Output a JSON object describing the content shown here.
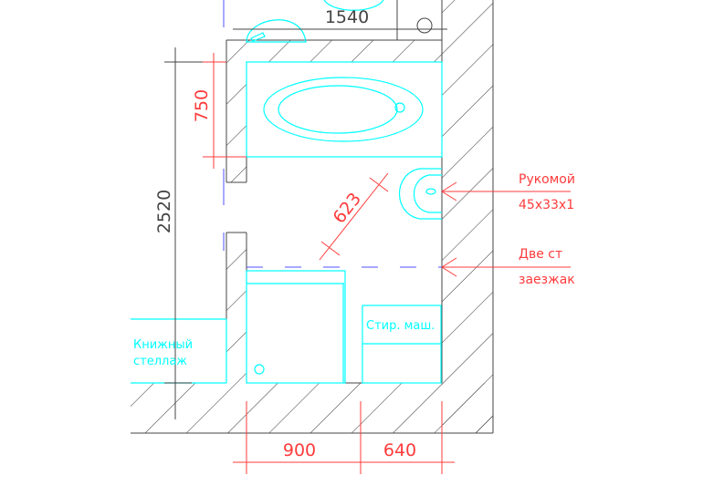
{
  "dimensions": {
    "top_width": "1540",
    "bath_length": "750",
    "room_length": "2520",
    "diagonal": "623",
    "bottom_left": "900",
    "bottom_right": "640"
  },
  "labels": {
    "sink_line1": "Рукомой",
    "sink_line2": "45x33x1",
    "door_line1": "Две ст",
    "door_line2": "заезжак",
    "washer": "Стир. маш.",
    "shelf_line1": "Книжный",
    "shelf_line2": "стеллаж"
  },
  "colors": {
    "fixture": "#00ffff",
    "dimension": "#ff3b3b",
    "wall": "#404040",
    "dashed": "#5050ff"
  }
}
